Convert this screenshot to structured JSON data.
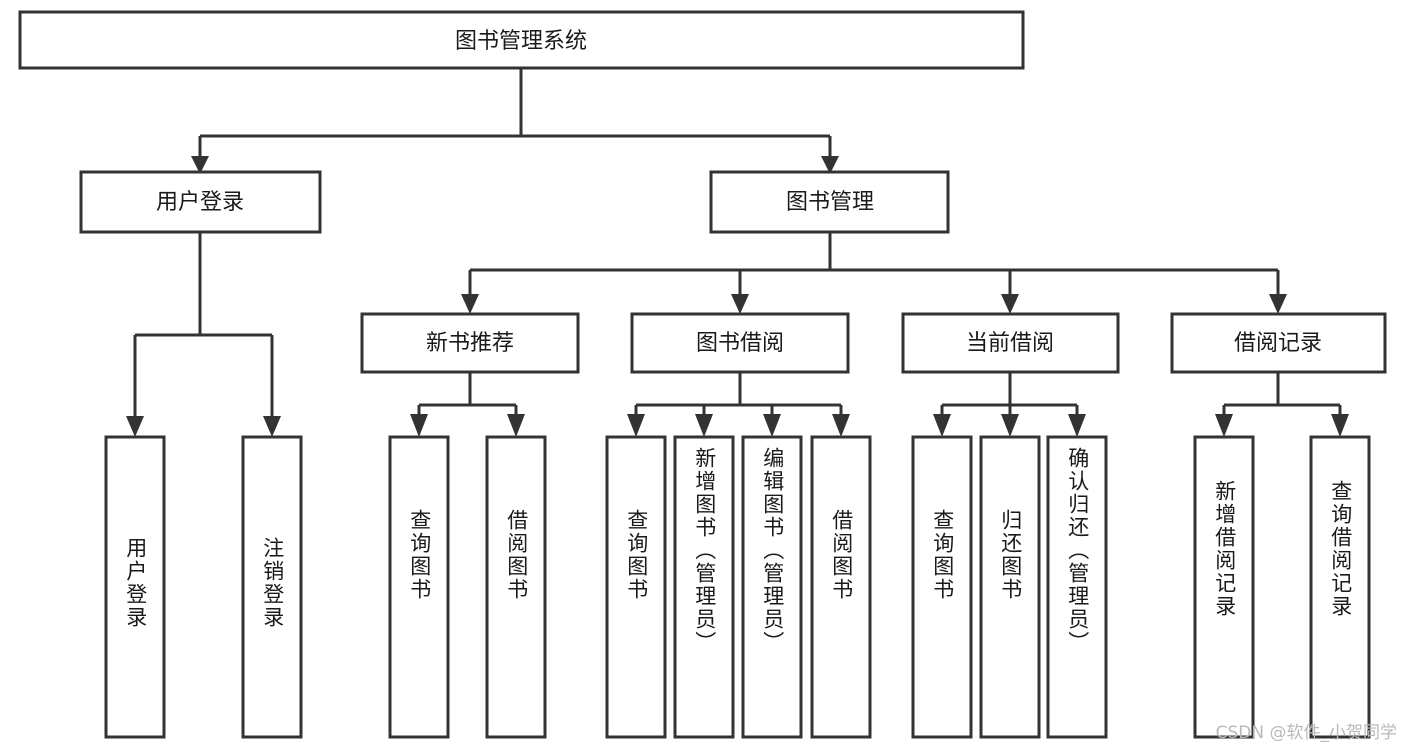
{
  "diagram": {
    "title": "图书管理系统",
    "type": "tree",
    "orientation": "top-down",
    "colors": {
      "box_stroke": "#333333",
      "box_fill": "#ffffff",
      "text": "#1a1a1a",
      "background": "#ffffff",
      "watermark": "#b9b9b9"
    },
    "root": {
      "label": "图书管理系统",
      "text_direction": "horizontal"
    },
    "level2": [
      {
        "label": "用户登录",
        "text_direction": "horizontal"
      },
      {
        "label": "图书管理",
        "text_direction": "horizontal"
      }
    ],
    "level3": [
      {
        "label": "新书推荐",
        "text_direction": "horizontal",
        "parent": "图书管理"
      },
      {
        "label": "图书借阅",
        "text_direction": "horizontal",
        "parent": "图书管理"
      },
      {
        "label": "当前借阅",
        "text_direction": "horizontal",
        "parent": "图书管理"
      },
      {
        "label": "借阅记录",
        "text_direction": "horizontal",
        "parent": "图书管理"
      }
    ],
    "leaves": [
      {
        "label": "用户登录",
        "parent": "用户登录",
        "text_direction": "vertical"
      },
      {
        "label": "注销登录",
        "parent": "用户登录",
        "text_direction": "vertical"
      },
      {
        "label": "查询图书",
        "parent": "新书推荐",
        "text_direction": "vertical"
      },
      {
        "label": "借阅图书",
        "parent": "新书推荐",
        "text_direction": "vertical"
      },
      {
        "label": "查询图书",
        "parent": "图书借阅",
        "text_direction": "vertical"
      },
      {
        "label": "新增图书（管理员）",
        "parent": "图书借阅",
        "text_direction": "vertical"
      },
      {
        "label": "编辑图书（管理员）",
        "parent": "图书借阅",
        "text_direction": "vertical"
      },
      {
        "label": "借阅图书",
        "parent": "图书借阅",
        "text_direction": "vertical"
      },
      {
        "label": "查询图书",
        "parent": "当前借阅",
        "text_direction": "vertical"
      },
      {
        "label": "归还图书",
        "parent": "当前借阅",
        "text_direction": "vertical"
      },
      {
        "label": "确认归还（管理员）",
        "parent": "当前借阅",
        "text_direction": "vertical"
      },
      {
        "label": "新增借阅记录",
        "parent": "借阅记录",
        "text_direction": "vertical"
      },
      {
        "label": "查询借阅记录",
        "parent": "借阅记录",
        "text_direction": "vertical"
      }
    ],
    "watermark": "CSDN @软件_小贺同学"
  }
}
